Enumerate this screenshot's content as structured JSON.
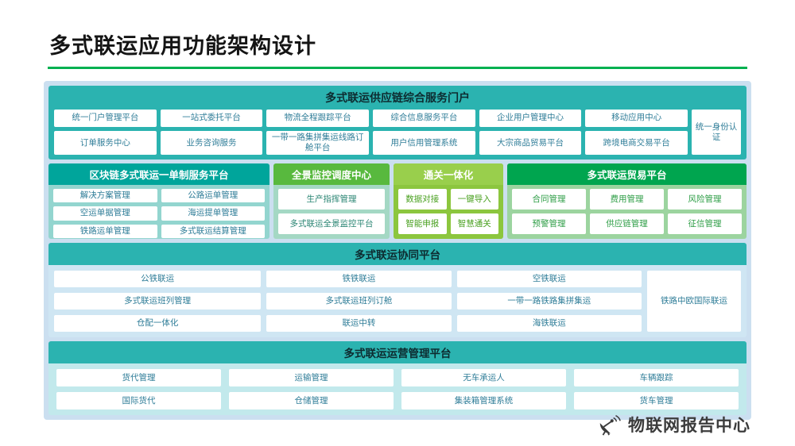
{
  "page": {
    "title": "多式联运应用功能架构设计"
  },
  "portal": {
    "title": "多式联运供应链综合服务门户",
    "row1": [
      "统一门户管理平台",
      "一站式委托平台",
      "物流全程跟踪平台",
      "综合信息服务平台",
      "企业用户管理中心",
      "移动应用中心"
    ],
    "row2": [
      "订单服务中心",
      "业务咨询服务",
      "一带一路集拼集运线路订舱平台",
      "用户信用管理系统",
      "大宗商品贸易平台",
      "跨境电商交易平台"
    ],
    "side": "统一身份认证"
  },
  "blockchain": {
    "title": "区块链多式联运一单制服务平台",
    "items": [
      "解决方案管理",
      "公路运单管理",
      "空运单据管理",
      "海运提单管理",
      "铁路运单管理",
      "多式联运结算管理"
    ]
  },
  "monitor": {
    "title": "全景监控调度中心",
    "items": [
      "生产指挥管理",
      "多式联运全景监控平台"
    ]
  },
  "customs": {
    "title": "通关一体化",
    "items": [
      "数据对接",
      "一键导入",
      "智能申报",
      "智慧通关"
    ]
  },
  "trade": {
    "title": "多式联运贸易平台",
    "items": [
      "合同管理",
      "费用管理",
      "风险管理",
      "预警管理",
      "供应链管理",
      "征信管理"
    ]
  },
  "collab": {
    "title": "多式联运协同平台",
    "col1": [
      "公铁联运",
      "多式联运班列管理",
      "仓配一体化"
    ],
    "col2": [
      "铁铁联运",
      "多式联运班列订舱",
      "联运中转"
    ],
    "col3": [
      "空铁联运",
      "一带一路铁路集拼集运",
      "海铁联运"
    ],
    "side": "铁路中欧国际联运"
  },
  "ops": {
    "title": "多式联运运营管理平台",
    "row1": [
      "货代管理",
      "运输管理",
      "无车承运人",
      "车辆跟踪"
    ],
    "row2": [
      "国际货代",
      "仓储管理",
      "集装箱管理系统",
      "货车管理"
    ]
  },
  "footer": {
    "brand": "物联网报告中心",
    "icon": "satellite-dish-icon"
  },
  "colors": {
    "accent_teal": "#2bb3b0",
    "accent_teal_dark": "#00a59b",
    "accent_green": "#8cc63e",
    "accent_green_dark": "#00a54f",
    "title_rule_green": "#00b050",
    "canvas_blue": "#cbdff0",
    "box_text_blue": "#2f7d98"
  }
}
